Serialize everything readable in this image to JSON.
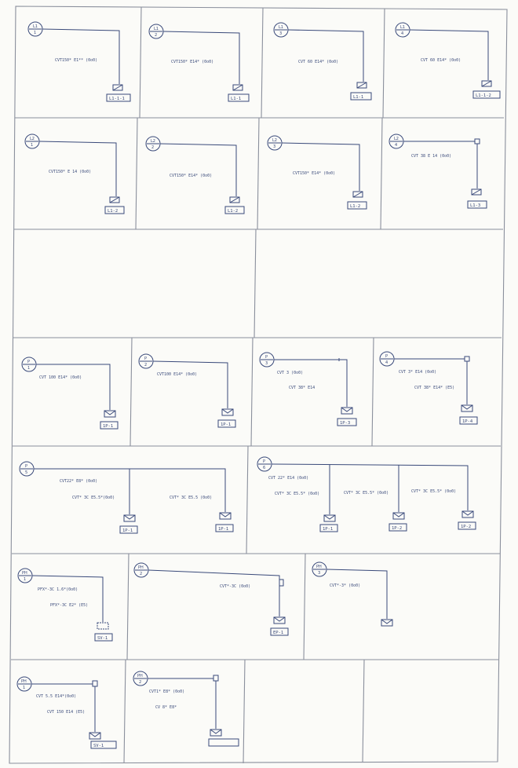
{
  "page": {
    "title": ""
  },
  "panels": [
    {
      "id": "p1",
      "circle_top": "L1",
      "circle_bot": "1",
      "cable": "CVT150* E1** (0o0)",
      "label": "L1-1-1"
    },
    {
      "id": "p2",
      "circle_top": "L1",
      "circle_bot": "2",
      "cable": "CVT150* E14* (0o0)",
      "label": "L1-1"
    },
    {
      "id": "p3",
      "circle_top": "L1",
      "circle_bot": "3",
      "cable": "CVT 60 E14* (0o0)",
      "label": "L1-1"
    },
    {
      "id": "p4",
      "circle_top": "L1",
      "circle_bot": "4",
      "cable": "CVT 60 E14* (0o0)",
      "label": "L1-1-2"
    },
    {
      "id": "p5",
      "circle_top": "L2",
      "circle_bot": "1",
      "cable": "CVT150* E 14 (0o0)",
      "label": "L1-2"
    },
    {
      "id": "p6",
      "circle_top": "L2",
      "circle_bot": "2",
      "cable": "CVT150* E14* (0o0)",
      "label": "L1-2"
    },
    {
      "id": "p7",
      "circle_top": "L2",
      "circle_bot": "3",
      "cable": "CVT150* E14* (0o0)",
      "label": "L1-2"
    },
    {
      "id": "p8",
      "circle_top": "L2",
      "circle_bot": "4",
      "cable": "CVT 38 E 14 (0o0)",
      "label": "L1-3"
    },
    {
      "id": "p9",
      "circle_top": "P",
      "circle_bot": "1",
      "cable": "CVT 100 E14* (0o0)",
      "label": "1P-1"
    },
    {
      "id": "p10",
      "circle_top": "P",
      "circle_bot": "2",
      "cable": "CVT100 E14* (0o0)",
      "label": "1P-1"
    },
    {
      "id": "p11",
      "circle_top": "P",
      "circle_bot": "3",
      "cable": "CVT 3 (0o0)",
      "cable2": "CVT 38* E14",
      "label": "1P-3"
    },
    {
      "id": "p12",
      "circle_top": "P",
      "circle_bot": "4",
      "cable": "CVT 3* E14 (0o0)",
      "cable2": "CVT 38* E14* (E5)",
      "label": "1P-4"
    },
    {
      "id": "p13",
      "circle_top": "P",
      "circle_bot": "5",
      "cable": "CVT22* E8* (0o0)",
      "cable2": "CVT* 3C E5.5*(0o0)",
      "cable3": "CVT* 3C E5.5 (0o0)",
      "label": "1P-1",
      "label2": "1P-1"
    },
    {
      "id": "p14",
      "circle_top": "P",
      "circle_bot": "6",
      "cable": "CVT 22* E14 (0o0)",
      "cable2": "CVT* 3C E5.5* (0o0)",
      "cable3": "CVT* 3C E5.5* (0o0)",
      "cable4": "CVT* 3C E5.5* (0o0)",
      "label": "1P-1",
      "label2": "1P-2",
      "label3": "1P-2"
    },
    {
      "id": "p15",
      "circle_top": "PH",
      "circle_bot": "1",
      "cable": "PFX*-3C 1.6*(0o0)",
      "cable2": "PFX*-3C E2* (E5)",
      "label": "SV-1"
    },
    {
      "id": "p16",
      "circle_top": "PH",
      "circle_bot": "2",
      "cable": "CVT*-3C (0o0)",
      "label": "EP-1"
    },
    {
      "id": "p17",
      "circle_top": "PH",
      "circle_bot": "3",
      "cable": "CVT*-3* (0o0)",
      "label": ""
    },
    {
      "id": "p18",
      "circle_top": "PH",
      "circle_bot": "1",
      "cable": "CVT 5.5 E14*(0o0)",
      "cable2": "CVT 150 E14 (E5)",
      "label": "SV-1"
    },
    {
      "id": "p19",
      "circle_top": "PH",
      "circle_bot": "2",
      "cable": "CVT1* E8* (0o0)",
      "cable2": "CV 8* E8*",
      "label": ""
    }
  ]
}
